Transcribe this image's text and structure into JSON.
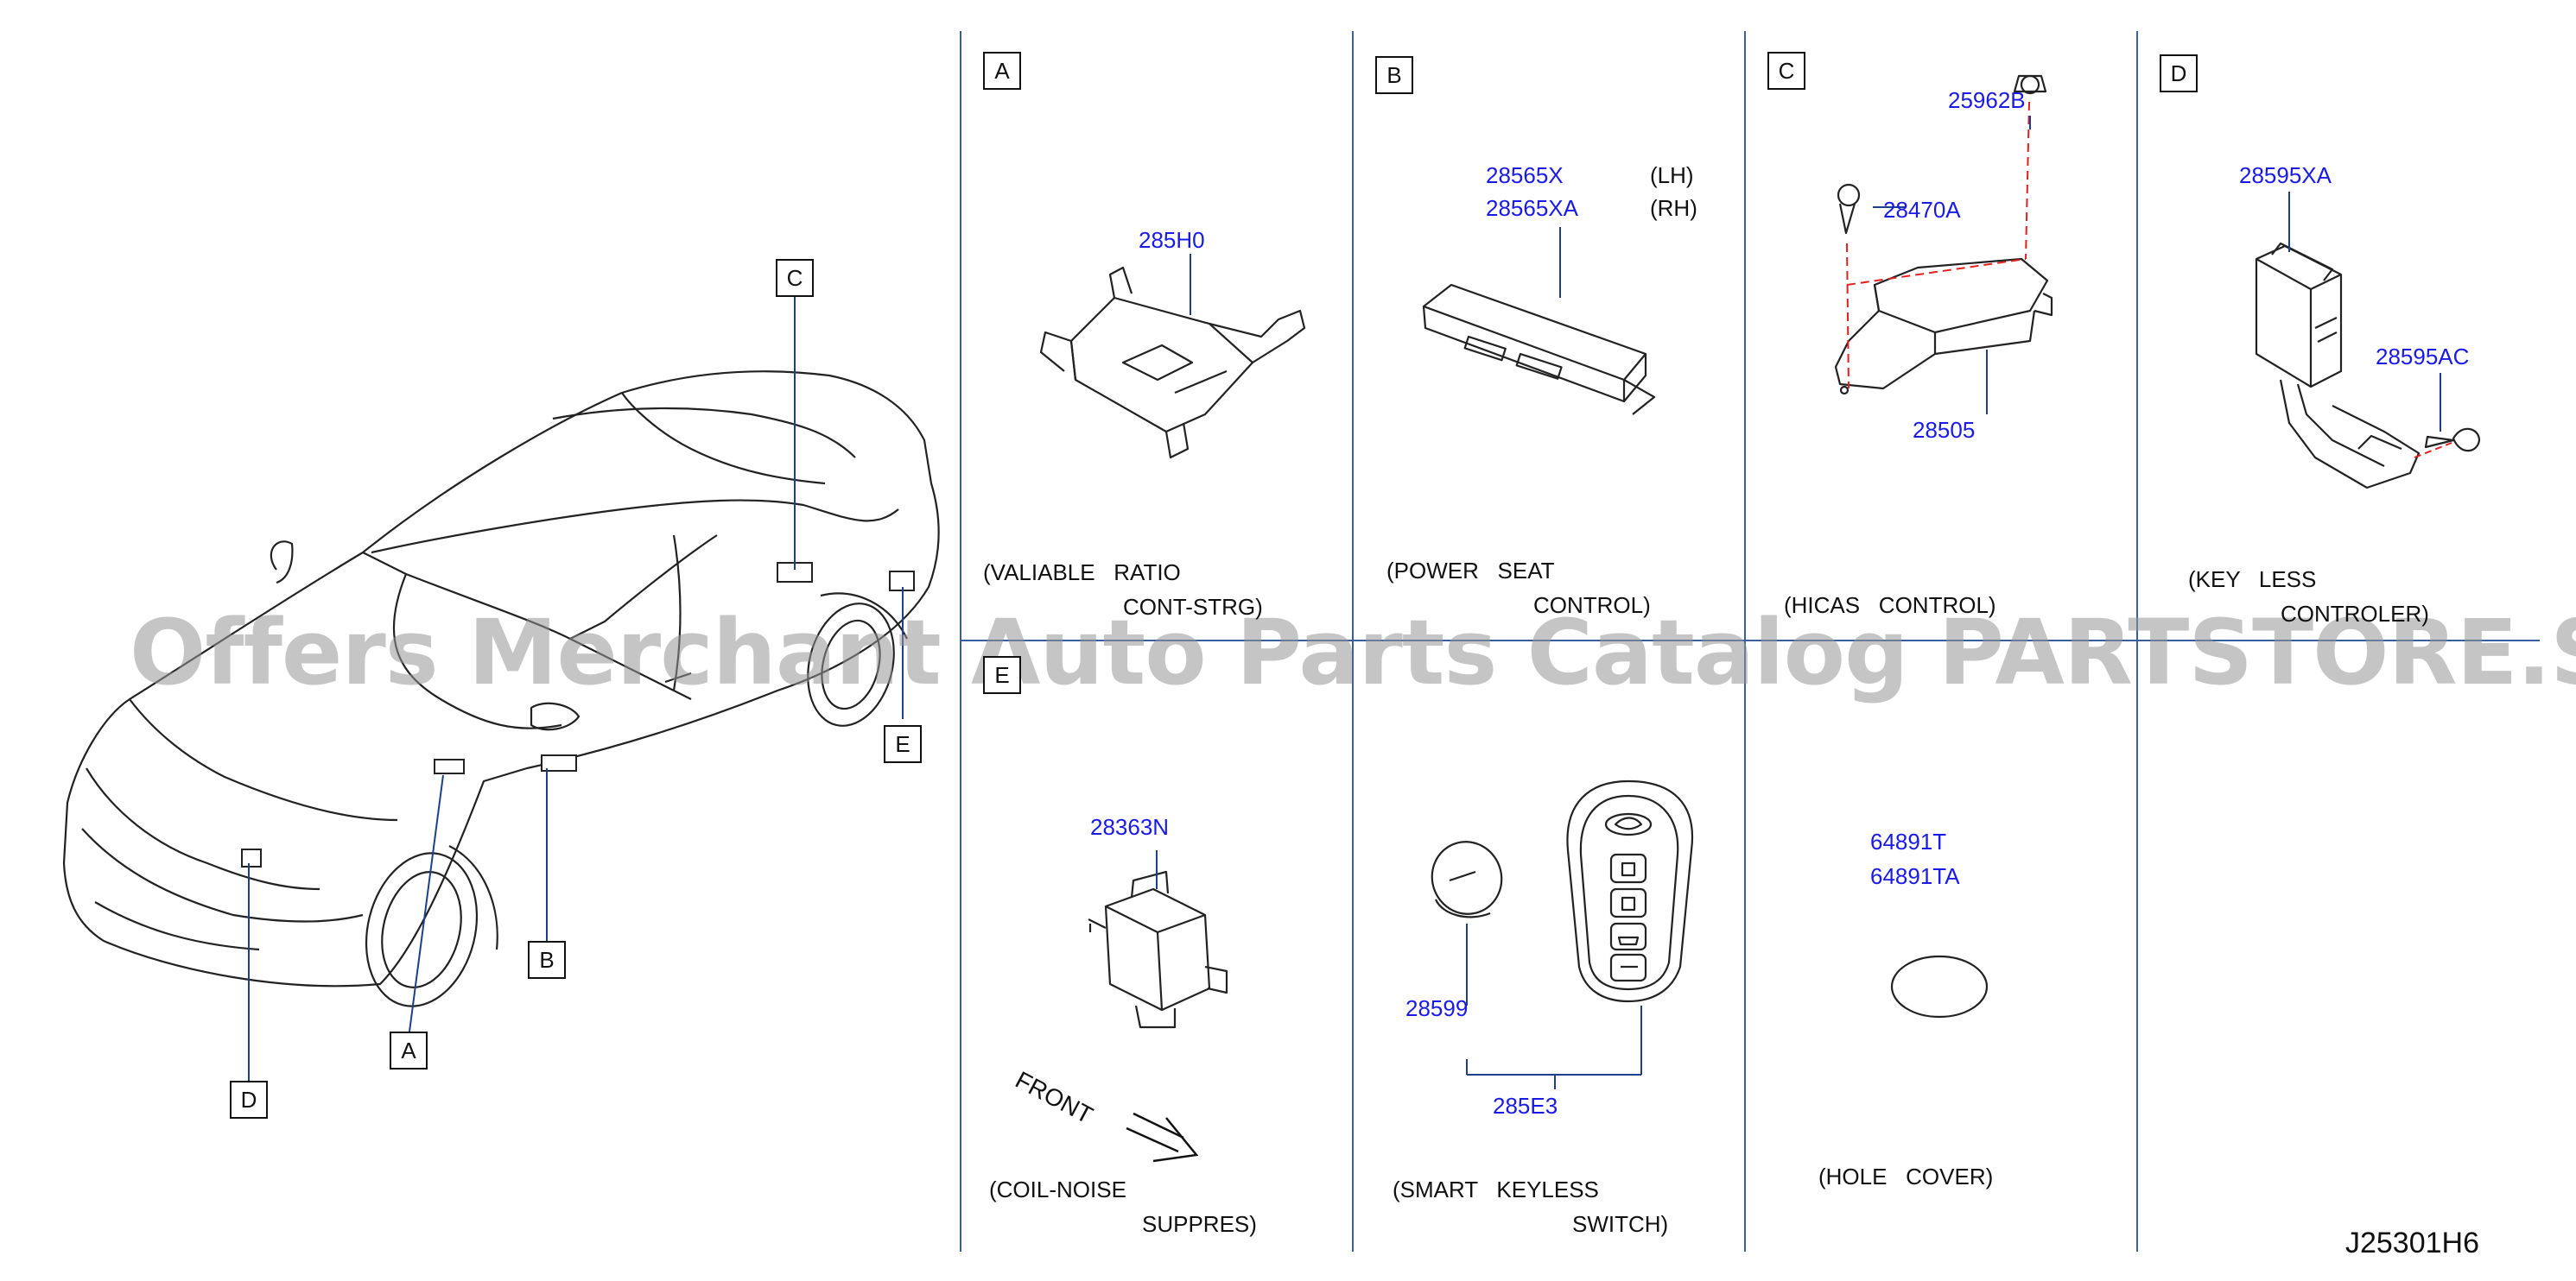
{
  "diagram_code": "J25301H6",
  "watermark": "Offers Merchant Auto Parts Catalog PARTSTORE.SA",
  "colors": {
    "part_number": "#1a1ae6",
    "grid_line": "#3a5fa0",
    "leader": "#1e3f8c",
    "dashed": "#e02020",
    "watermark": "#969696"
  },
  "car_callouts": [
    "A",
    "B",
    "C",
    "D",
    "E"
  ],
  "panels": {
    "A": {
      "tag": "A",
      "parts": [
        "285H0"
      ],
      "caption_1": "(VALIABLE   RATIO",
      "caption_2": "CONT-STRG)"
    },
    "B": {
      "tag": "B",
      "parts": [
        "28565X",
        "28565XA"
      ],
      "sides": [
        "(LH)",
        "(RH)"
      ],
      "caption_1": "(POWER   SEAT",
      "caption_2": "CONTROL)"
    },
    "C": {
      "tag": "C",
      "parts": [
        "25962B",
        "28470A",
        "28505"
      ],
      "caption_1": "(HICAS   CONTROL)"
    },
    "D": {
      "tag": "D",
      "parts": [
        "28595XA",
        "28595AC"
      ],
      "caption_1": "(KEY   LESS",
      "caption_2": "CONTROLER)"
    },
    "E": {
      "tag": "E",
      "parts": [
        "28363N"
      ],
      "front_label": "FRONT",
      "caption_1": "(COIL-NOISE",
      "caption_2": "SUPPRES)"
    },
    "F": {
      "parts": [
        "28599",
        "285E3"
      ],
      "caption_1": "(SMART   KEYLESS",
      "caption_2": "SWITCH)"
    },
    "G": {
      "parts": [
        "64891T",
        "64891TA"
      ],
      "caption_1": "(HOLE   COVER)"
    }
  }
}
